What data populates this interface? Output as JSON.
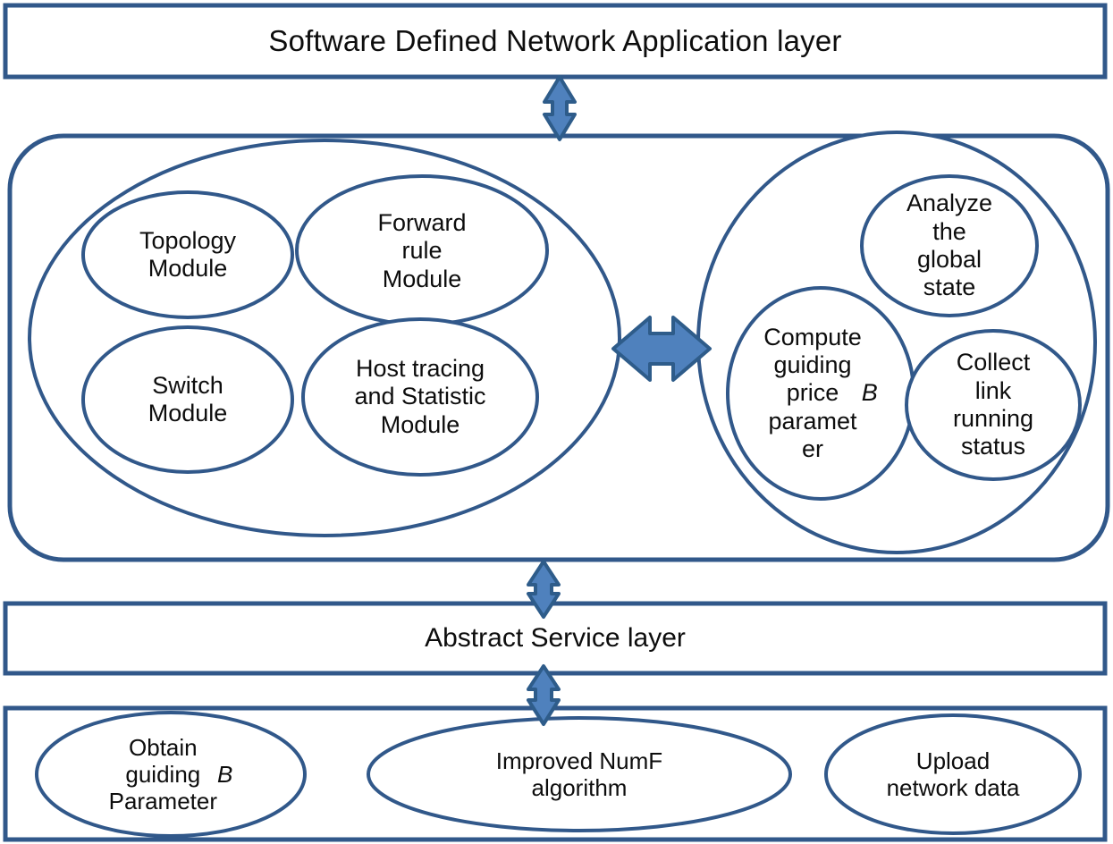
{
  "diagram": {
    "title": "Software Defined Network Application layer architecture",
    "stroke_color": "#31588A",
    "arrow_fill": "#4F81BD",
    "arrow_stroke": "#2E5C8A",
    "text_color": "#0D0D0D",
    "background": "#FFFFFF"
  },
  "top_band": {
    "label": "Software Defined Network  Application layer"
  },
  "controller": {
    "left_group": {
      "name": "core-modules-group",
      "nodes": [
        {
          "id": "topology",
          "label": "Topology\nModule"
        },
        {
          "id": "forward-rule",
          "label": "Forward\nrule\nModule"
        },
        {
          "id": "switch",
          "label": "Switch\nModule"
        },
        {
          "id": "host-tracing",
          "label": "Host tracing\nand Statistic\nModule"
        }
      ]
    },
    "right_group": {
      "name": "pricing-group",
      "nodes": [
        {
          "id": "analyze-global-state",
          "label": "Analyze\nthe\nglobal\nstate"
        },
        {
          "id": "compute-price",
          "label_pre": "Compute\nguiding\nprice\nparamet\ner ",
          "label_italic": "B"
        },
        {
          "id": "collect-link-status",
          "label": "Collect\nlink\nrunning\nstatus"
        }
      ]
    }
  },
  "middle_band": {
    "label": "Abstract Service layer"
  },
  "bottom_band": {
    "nodes": [
      {
        "id": "obtain-parameter",
        "label_pre": "Obtain\nguiding\nParameter ",
        "label_italic": "B"
      },
      {
        "id": "improved-numf",
        "label": "Improved NumF\nalgorithm"
      },
      {
        "id": "upload-network-data",
        "label": "Upload\nnetwork data"
      }
    ]
  },
  "arrows": [
    {
      "id": "app-to-controller",
      "orientation": "vertical",
      "label": "bidirectional"
    },
    {
      "id": "left-to-right-group",
      "orientation": "horizontal",
      "label": "bidirectional"
    },
    {
      "id": "controller-to-abstract",
      "orientation": "vertical",
      "label": "bidirectional"
    },
    {
      "id": "abstract-to-bottom",
      "orientation": "vertical",
      "label": "bidirectional"
    }
  ]
}
